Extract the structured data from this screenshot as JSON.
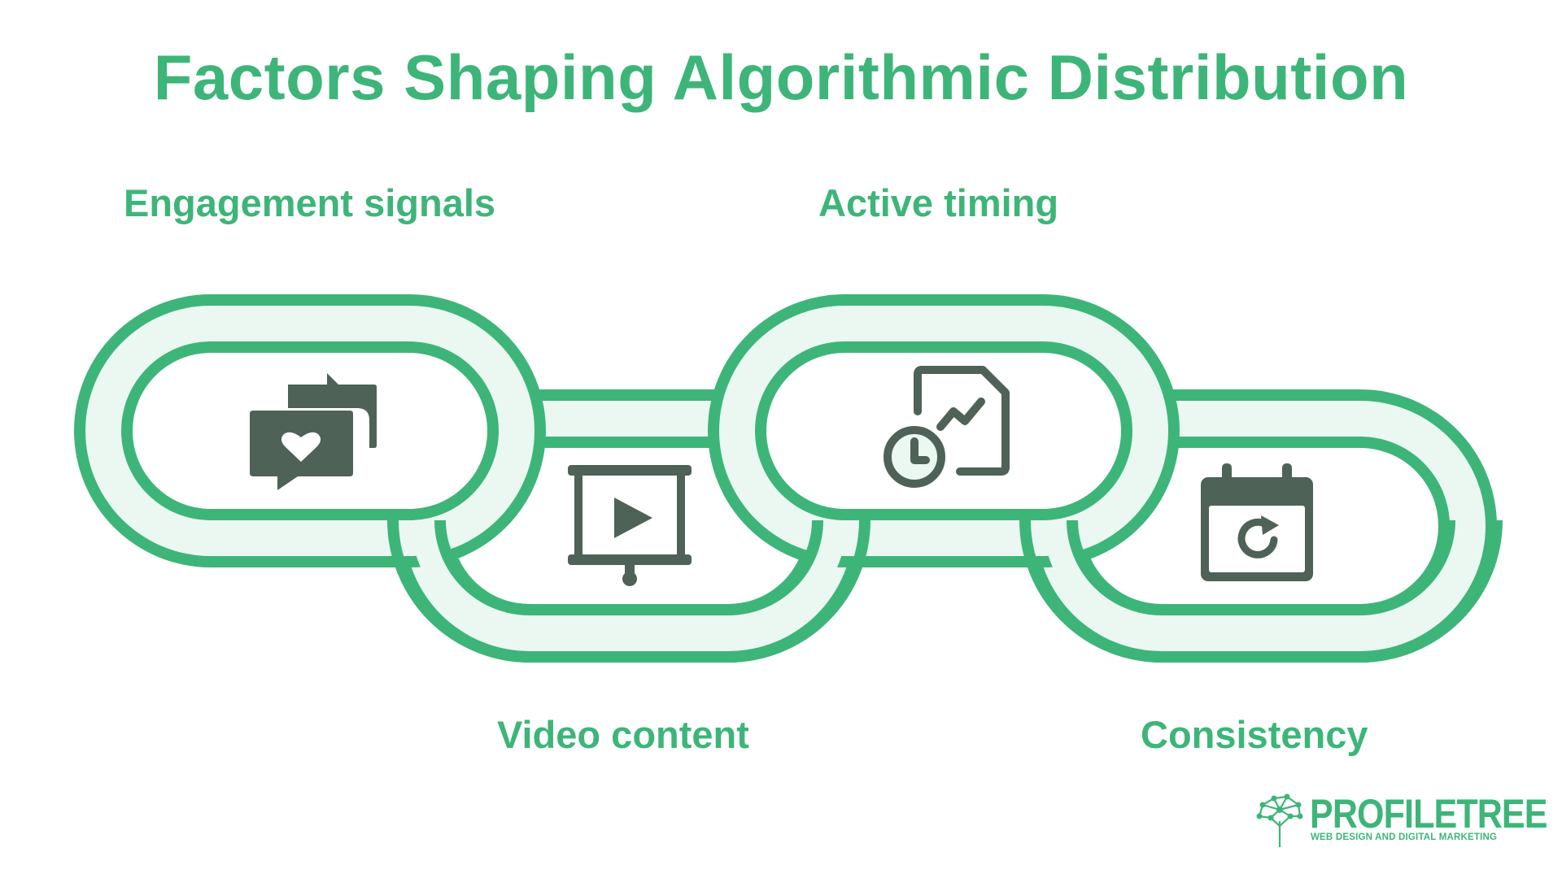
{
  "title": "Factors Shaping Algorithmic Distribution",
  "colors": {
    "accent": "#3DB579",
    "link_fill": "#EAF8F1",
    "icon": "#4E6258",
    "background": "#FFFFFF"
  },
  "factors": [
    {
      "label": "Engagement signals",
      "icon": "chat-heart-icon"
    },
    {
      "label": "Video content",
      "icon": "presentation-play-icon"
    },
    {
      "label": "Active timing",
      "icon": "clock-chart-icon"
    },
    {
      "label": "Consistency",
      "icon": "calendar-refresh-icon"
    }
  ],
  "logo": {
    "name": "PROFILETREE",
    "tagline": "WEB DESIGN AND DIGITAL MARKETING"
  }
}
